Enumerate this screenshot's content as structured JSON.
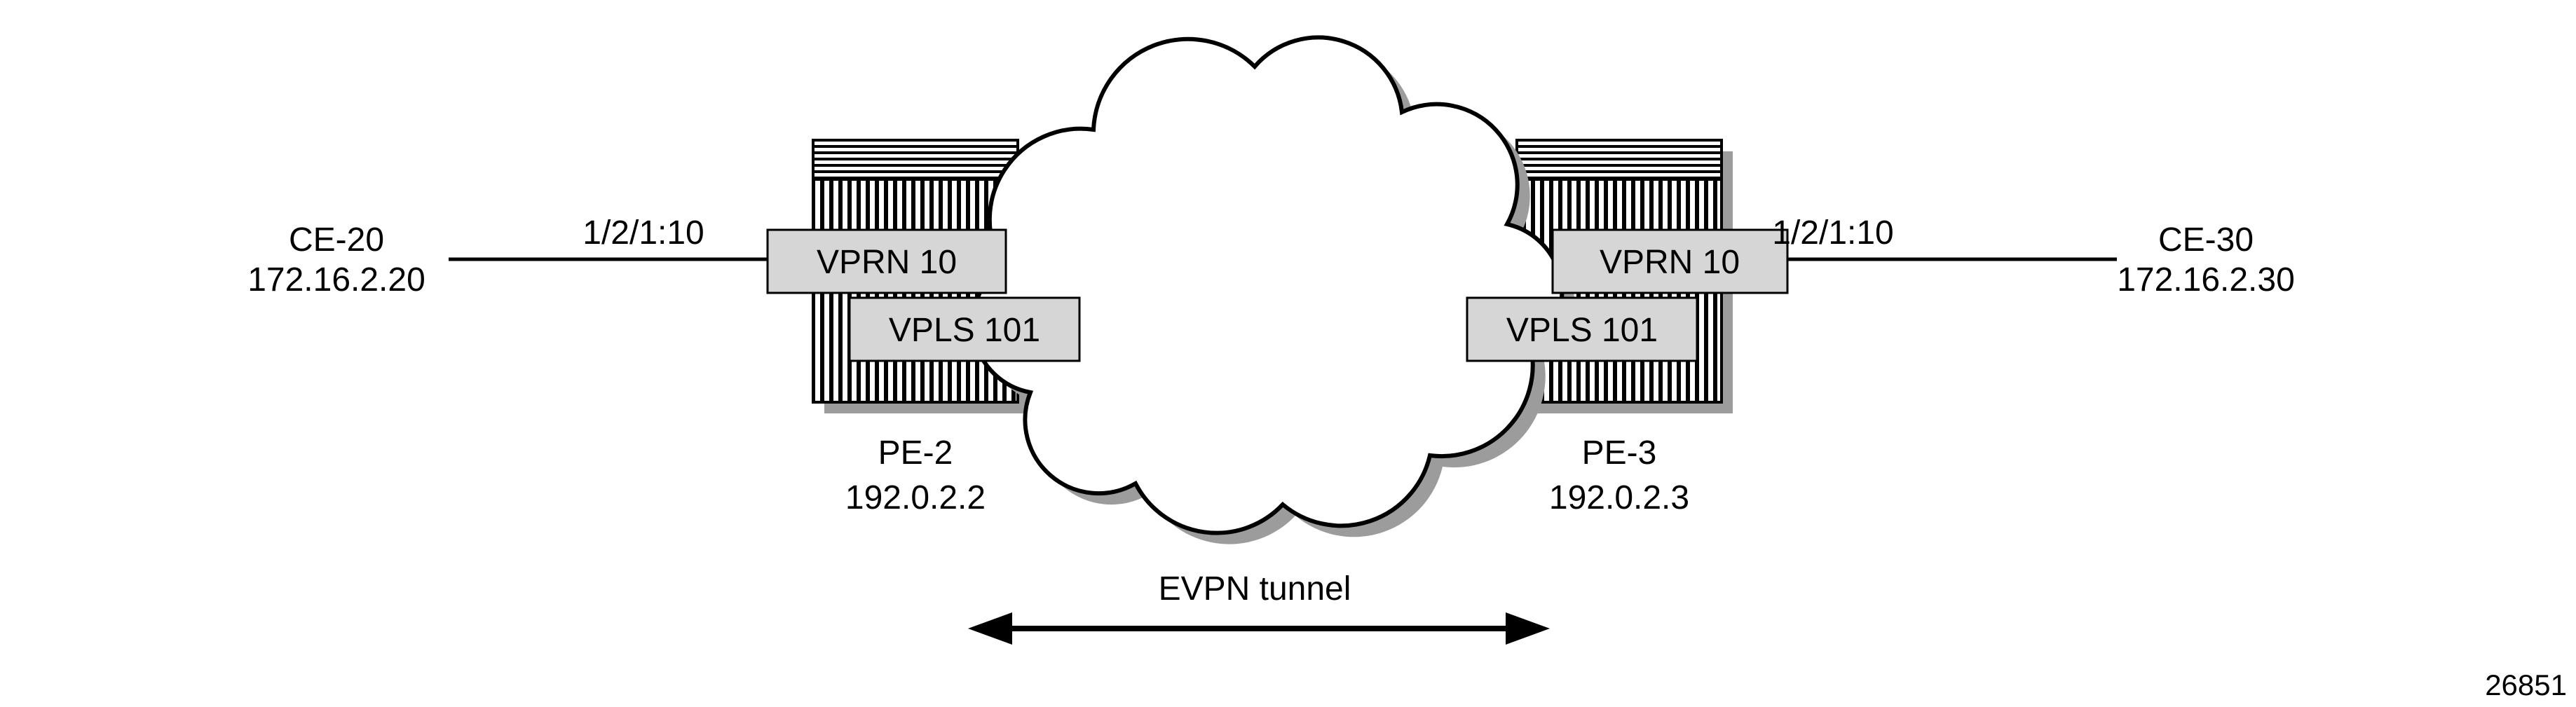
{
  "figure": {
    "number": "26851",
    "tunnel_label": "EVPN tunnel"
  },
  "left_ce": {
    "name": "CE-20",
    "ip": "172.16.2.20",
    "port_label": "1/2/1:10"
  },
  "right_ce": {
    "name": "CE-30",
    "ip": "172.16.2.30",
    "port_label": "1/2/1:10"
  },
  "pe2": {
    "name": "PE-2",
    "ip": "192.0.2.2",
    "vprn_label": "VPRN 10",
    "vpls_label": "VPLS 101"
  },
  "pe3": {
    "name": "PE-3",
    "ip": "192.0.2.3",
    "vprn_label": "VPRN 10",
    "vpls_label": "VPLS 101"
  },
  "colors": {
    "service_box_fill": "#d6d6d6",
    "stroke": "#000000",
    "shadow": "#9c9c9c",
    "background": "#ffffff"
  }
}
